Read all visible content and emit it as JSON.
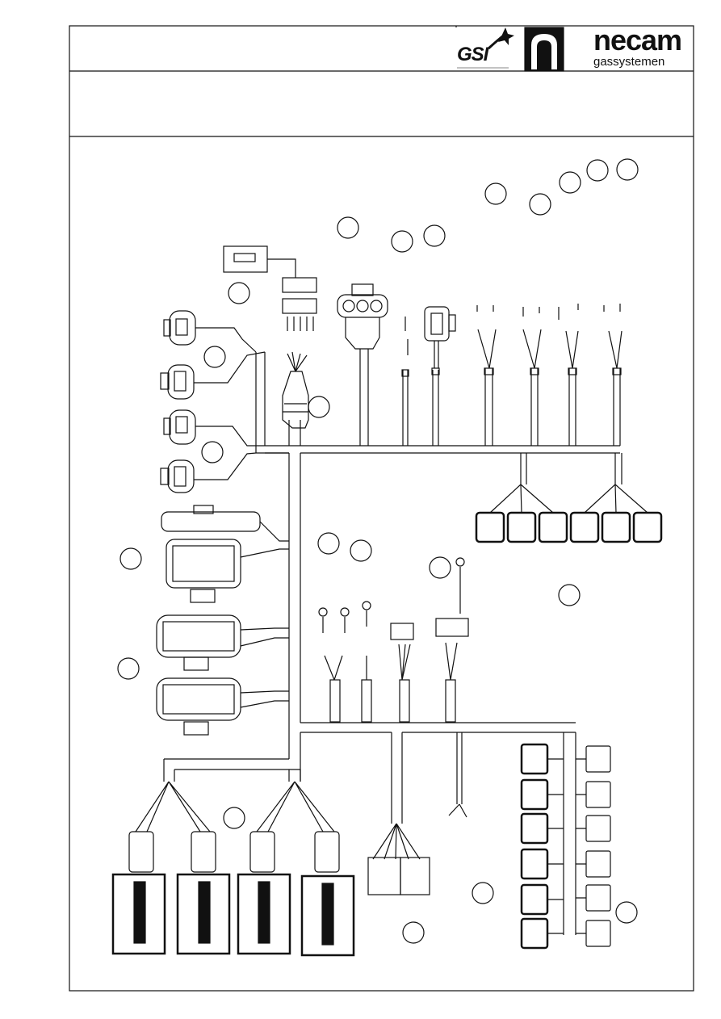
{
  "header": {
    "gsi_logo": {
      "text": "GSI",
      "icon": "gsi-star-logo-icon"
    },
    "n_logo": {
      "icon": "necam-n-mark-icon"
    },
    "necam_logo": {
      "name": "necam",
      "tagline": "gassystemen"
    }
  },
  "colors": {
    "ink": "#111111",
    "paper": "#ffffff"
  }
}
